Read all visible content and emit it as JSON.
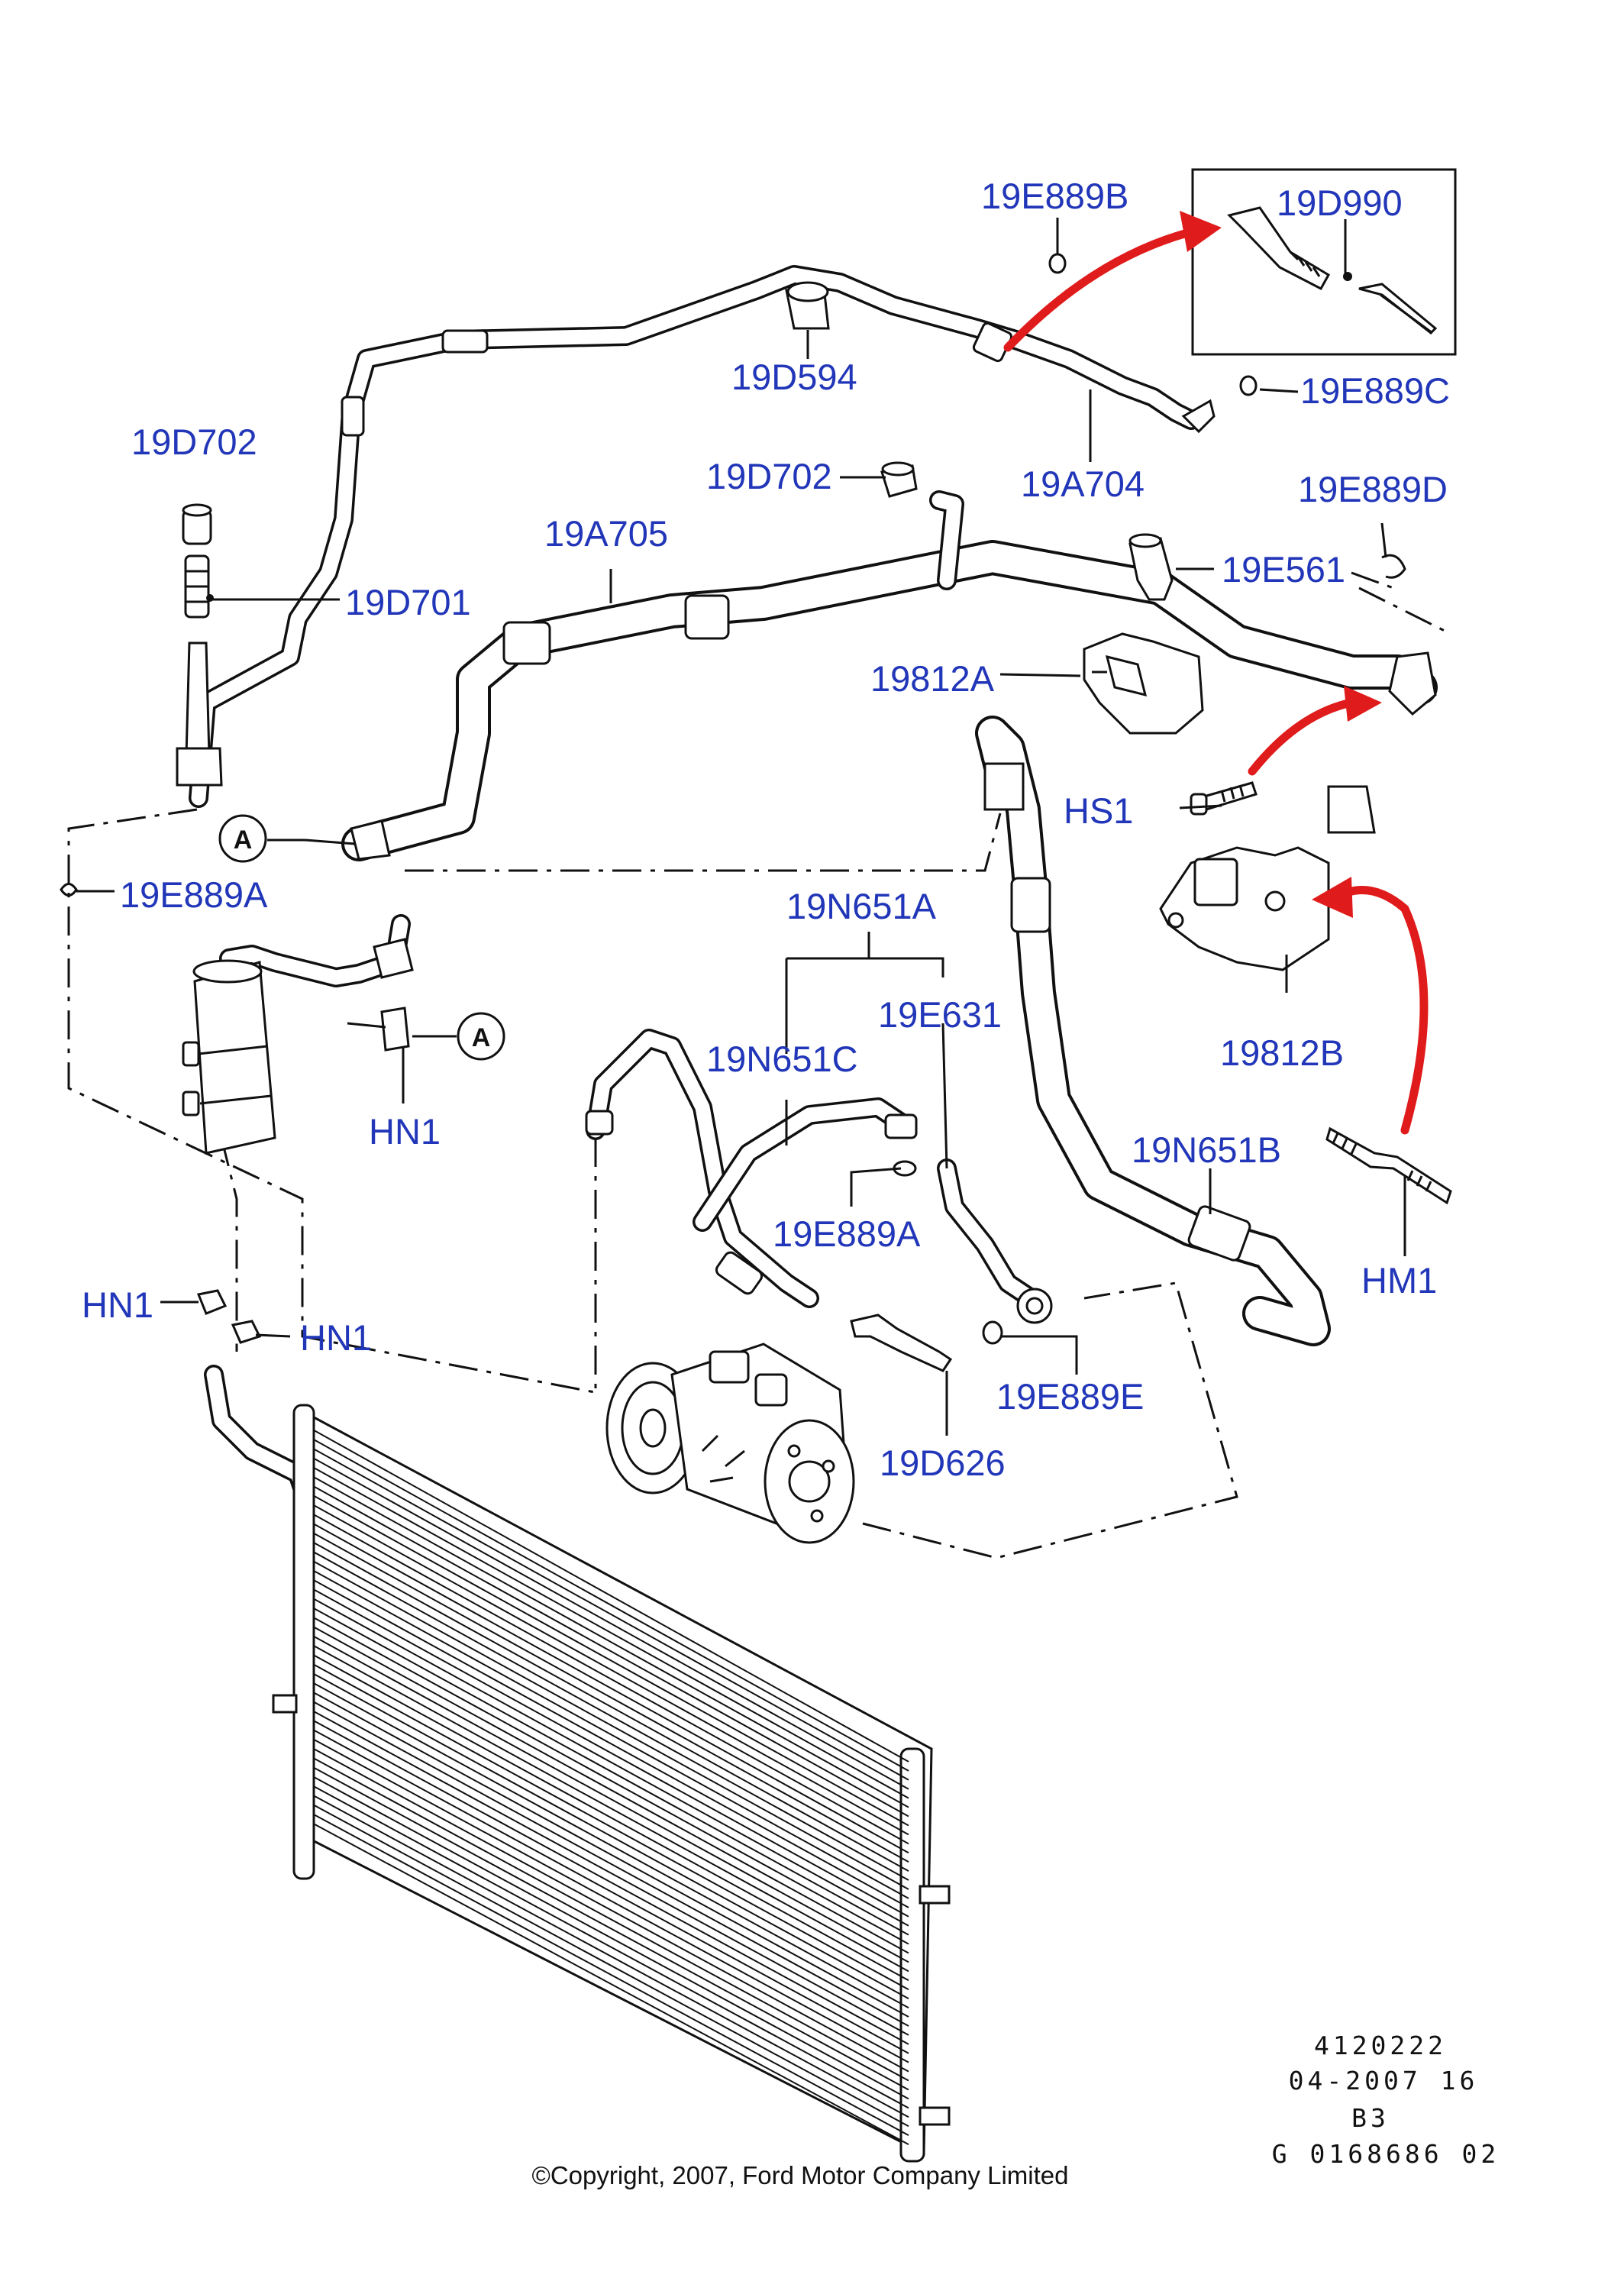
{
  "labels": {
    "l_19E889B": "19E889B",
    "l_19D990": "19D990",
    "l_19D594": "19D594",
    "l_19E889C": "19E889C",
    "l_19D702_left": "19D702",
    "l_19D702_mid": "19D702",
    "l_19A704": "19A704",
    "l_19E889D": "19E889D",
    "l_19A705": "19A705",
    "l_19E561": "19E561",
    "l_19D701": "19D701",
    "l_19812A": "19812A",
    "l_HS1": "HS1",
    "l_A_upper": "A",
    "l_19E889A_left": "19E889A",
    "l_19N651A": "19N651A",
    "l_19E631": "19E631",
    "l_19N651C": "19N651C",
    "l_A_lower": "A",
    "l_HN1_mid": "HN1",
    "l_19812B": "19812B",
    "l_19N651B": "19N651B",
    "l_19E889A_mid": "19E889A",
    "l_HM1": "HM1",
    "l_HN1_left": "HN1",
    "l_HN1_right": "HN1",
    "l_19E889E": "19E889E",
    "l_19D626": "19D626"
  },
  "reference": {
    "line1": "4120222",
    "line2": "04-2007 16",
    "line3": "B3",
    "line4": "G 0168686 02"
  },
  "copyright": "©Copyright, 2007, Ford Motor Company Limited",
  "colors": {
    "label_text": "#2136b8",
    "arrow": "#e01b1b",
    "line_art": "#111111",
    "background": "#ffffff"
  }
}
